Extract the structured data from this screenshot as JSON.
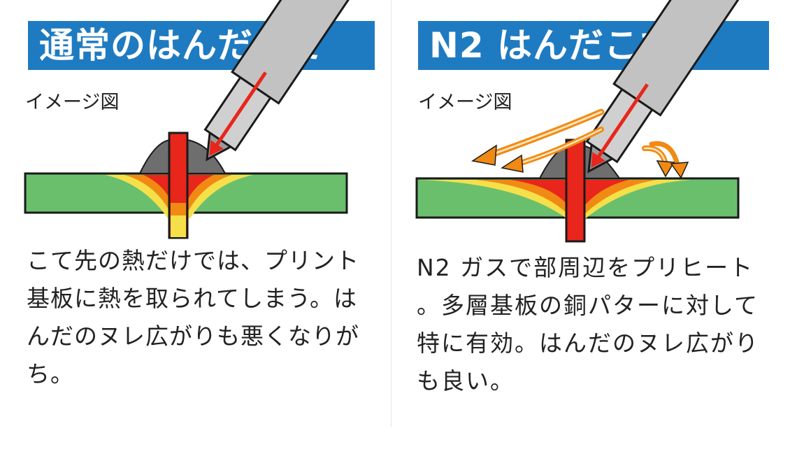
{
  "left_panel": {
    "title": "通常のはんだこて",
    "image_label": "イメージ図",
    "description": "こて先の熱だけでは、プリント基板に熱を取られてしまう。はんだのヌレ広がりも悪くなりがち。"
  },
  "right_panel": {
    "title": "N2 はんだこて",
    "image_label": "イメージ図",
    "description": "N2 ガスで部周辺をプリヒート。多層基板の銅パターに対して特に有効。はんだのヌレ広がりも良い。"
  },
  "colors": {
    "title_bg": "#1f7bc1",
    "board_green": "#6abf6d",
    "heat_red": "#e8261c",
    "heat_orange": "#f08a14",
    "heat_yellow": "#f5e04a",
    "solder_gray": "#6e6e6e",
    "iron_gray": "#c9c9c9",
    "n2_flow": "#f08a14"
  }
}
